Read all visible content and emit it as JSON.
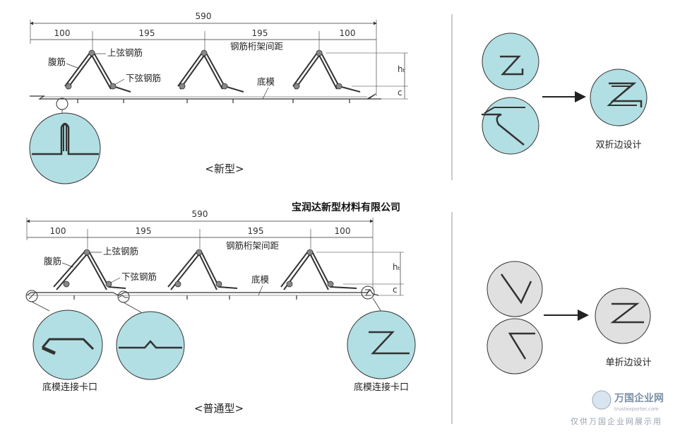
{
  "top": {
    "dim_total": "590",
    "dims": [
      "100",
      "195",
      "195",
      "100"
    ],
    "label_web": "腹筋",
    "label_top_chord": "上弦钢筋",
    "label_bottom_chord": "下弦钢筋",
    "label_spacing": "钢筋桁架间距",
    "label_bottom_form": "底模",
    "label_ht": "hₜ",
    "label_c": "c",
    "caption": "<新型>"
  },
  "company": "宝润达新型材料有限公司",
  "bottom": {
    "dim_total": "590",
    "dims": [
      "100",
      "195",
      "195",
      "100"
    ],
    "label_web": "腹筋",
    "label_top_chord": "上弦钢筋",
    "label_bottom_chord": "下弦钢筋",
    "label_spacing": "钢筋桁架间距",
    "label_bottom_form": "底模",
    "label_ht": "hₜ",
    "label_c": "c",
    "caption_left": "底模连接卡口",
    "caption_right": "底模连接卡口",
    "caption": "<普通型>"
  },
  "right_top": {
    "caption": "双折边设计"
  },
  "right_bottom": {
    "caption": "单折边设计"
  },
  "watermark": {
    "brand": "万国企业网",
    "sub": "trustexporter.com",
    "note": "仅供万国企业网展示用"
  },
  "colors": {
    "teal": "#b2dfe3",
    "grey": "#e0e0e0",
    "line": "#222222"
  }
}
